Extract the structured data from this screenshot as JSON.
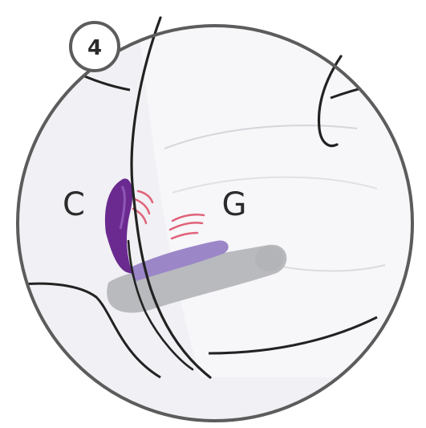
{
  "step": {
    "number": "4"
  },
  "labels": {
    "left": "C",
    "right": "G"
  },
  "colors": {
    "frame_stroke": "#5c5c5c",
    "background_fill": "#f1f0f4",
    "outline": "#222222",
    "purple_dark": "#6a2a90",
    "purple_light": "#9b86c8",
    "gray_device": "#b9babd",
    "red_marks": "#e0637a"
  }
}
